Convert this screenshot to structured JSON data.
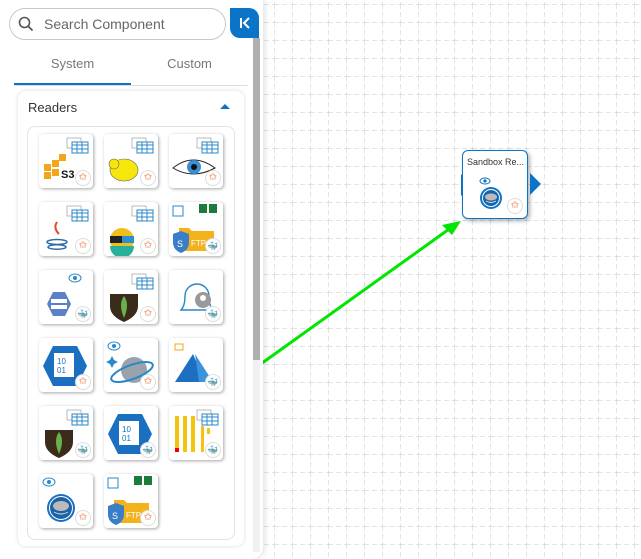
{
  "sidebar": {
    "search": {
      "placeholder": "Search Component",
      "value": ""
    },
    "collapse_button": {
      "label": "|<",
      "icon": "collapse-left-icon"
    },
    "tabs": [
      {
        "label": "System",
        "active": true
      },
      {
        "label": "Custom",
        "active": false
      }
    ],
    "section": {
      "title": "Readers",
      "expanded": true,
      "components": [
        {
          "name": "s3-reader",
          "icon": "aws-s3-icon",
          "badge": "star"
        },
        {
          "name": "hdfs-reader",
          "icon": "hadoop-elephant-icon",
          "badge": "star"
        },
        {
          "name": "hive-reader",
          "icon": "eye-table-icon",
          "badge": "star"
        },
        {
          "name": "jdbc-reader",
          "icon": "java-icon",
          "badge": "star"
        },
        {
          "name": "elastic-reader",
          "icon": "elasticsearch-icon",
          "badge": "star"
        },
        {
          "name": "sftp-excel-reader",
          "icon": "sftp-folder-icon",
          "badge": "docker"
        },
        {
          "name": "google-storage-reader",
          "icon": "hexagon-storage-icon",
          "badge": "docker"
        },
        {
          "name": "mongodb-reader",
          "icon": "mongodb-leaf-icon",
          "badge": "star"
        },
        {
          "name": "notification-reader",
          "icon": "bell-user-icon",
          "badge": "docker"
        },
        {
          "name": "azure-blob-reader",
          "icon": "binary-file-hexagon-icon",
          "badge": "star"
        },
        {
          "name": "cosmos-reader",
          "icon": "cosmos-planet-icon",
          "badge": "star"
        },
        {
          "name": "azure-reader",
          "icon": "azure-logo-icon",
          "badge": "docker"
        },
        {
          "name": "mongodb-docker-reader",
          "icon": "mongodb-leaf-icon",
          "badge": "docker"
        },
        {
          "name": "binary-docker-reader",
          "icon": "binary-file-hexagon-icon",
          "badge": "docker"
        },
        {
          "name": "bar-table-reader",
          "icon": "yellow-bars-icon",
          "badge": "docker"
        },
        {
          "name": "sandbox-reader",
          "icon": "cloud-circle-icon",
          "badge": "star"
        },
        {
          "name": "sftp-reader",
          "icon": "sftp-folder-icon",
          "badge": "star"
        }
      ]
    }
  },
  "canvas": {
    "node": {
      "title": "Sandbox Re...",
      "icon": "cloud-circle-icon",
      "badge": "star"
    },
    "connector_color": "#00e600"
  },
  "colors": {
    "accent": "#0a74c9",
    "star": "#e85a1c",
    "docker": "#2a87c8"
  }
}
